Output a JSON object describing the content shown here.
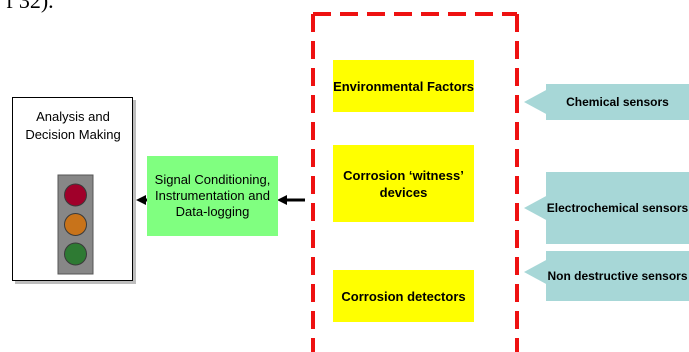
{
  "fragment_text": "f 32).",
  "analysis": {
    "title": "Analysis and Decision Making"
  },
  "signal": {
    "label": "Signal Conditioning, Instrumentation and Data-logging"
  },
  "factors": {
    "environmental": "Environmental Factors",
    "witness": "Corrosion ‘witness’ devices",
    "detectors": "Corrosion detectors"
  },
  "sensors": {
    "chemical": "Chemical sensors",
    "electrochemical": "Electrochemical sensors",
    "nondestructive": "Non destructive sensors"
  },
  "colors": {
    "green_box": "#80ff80",
    "yellow_box": "#ffff00",
    "sensor_box": "#a7d7d7",
    "sensor_arrow": "#a7d7d7",
    "dashed_border": "#ee1111",
    "light_red": "#a0002a",
    "light_amber": "#c8731a",
    "light_green": "#2e7a33",
    "traffic_light_body": "#878787"
  }
}
